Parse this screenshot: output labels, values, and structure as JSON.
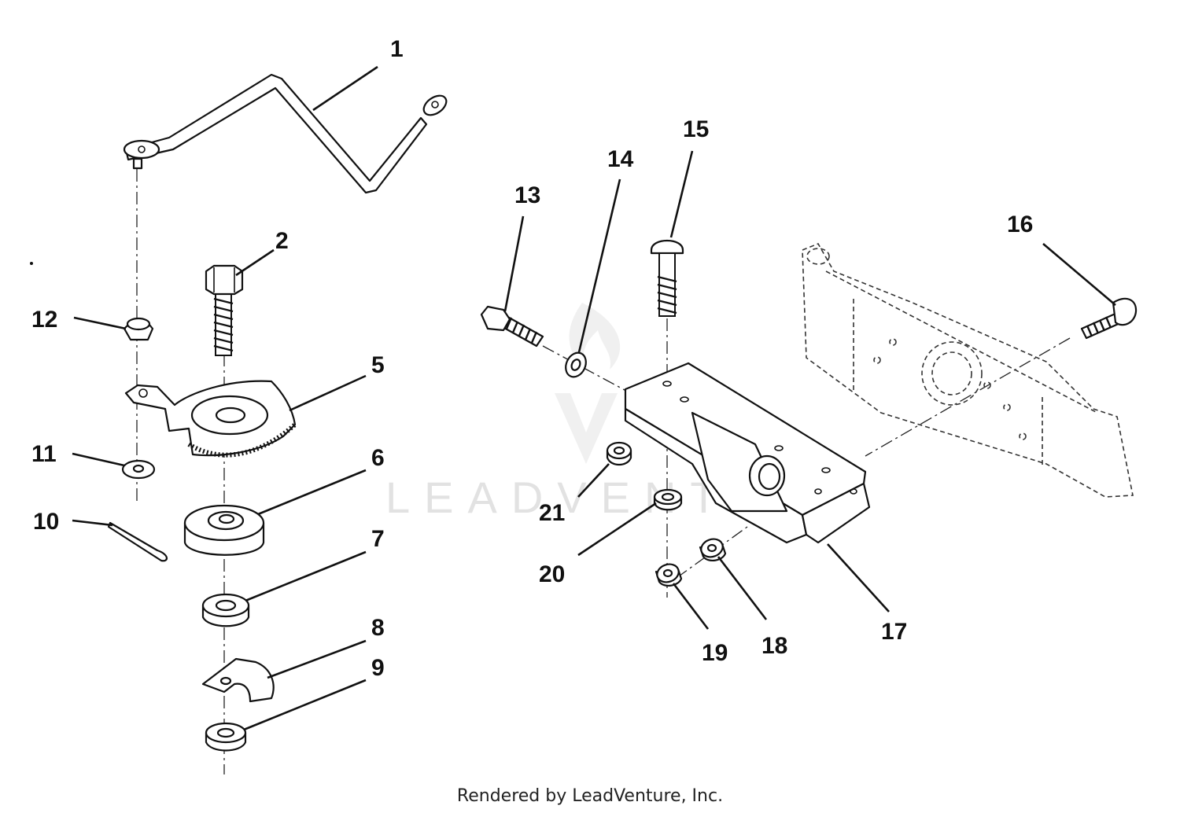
{
  "watermark": "LEADVENTURE",
  "footer": "Rendered by LeadVenture, Inc.",
  "callouts": {
    "c1": "1",
    "c2": "2",
    "c5": "5",
    "c6": "6",
    "c7": "7",
    "c8": "8",
    "c9": "9",
    "c10": "10",
    "c11": "11",
    "c12": "12",
    "c13": "13",
    "c14": "14",
    "c15": "15",
    "c16": "16",
    "c17": "17",
    "c18": "18",
    "c19": "19",
    "c20": "20",
    "c21": "21"
  }
}
